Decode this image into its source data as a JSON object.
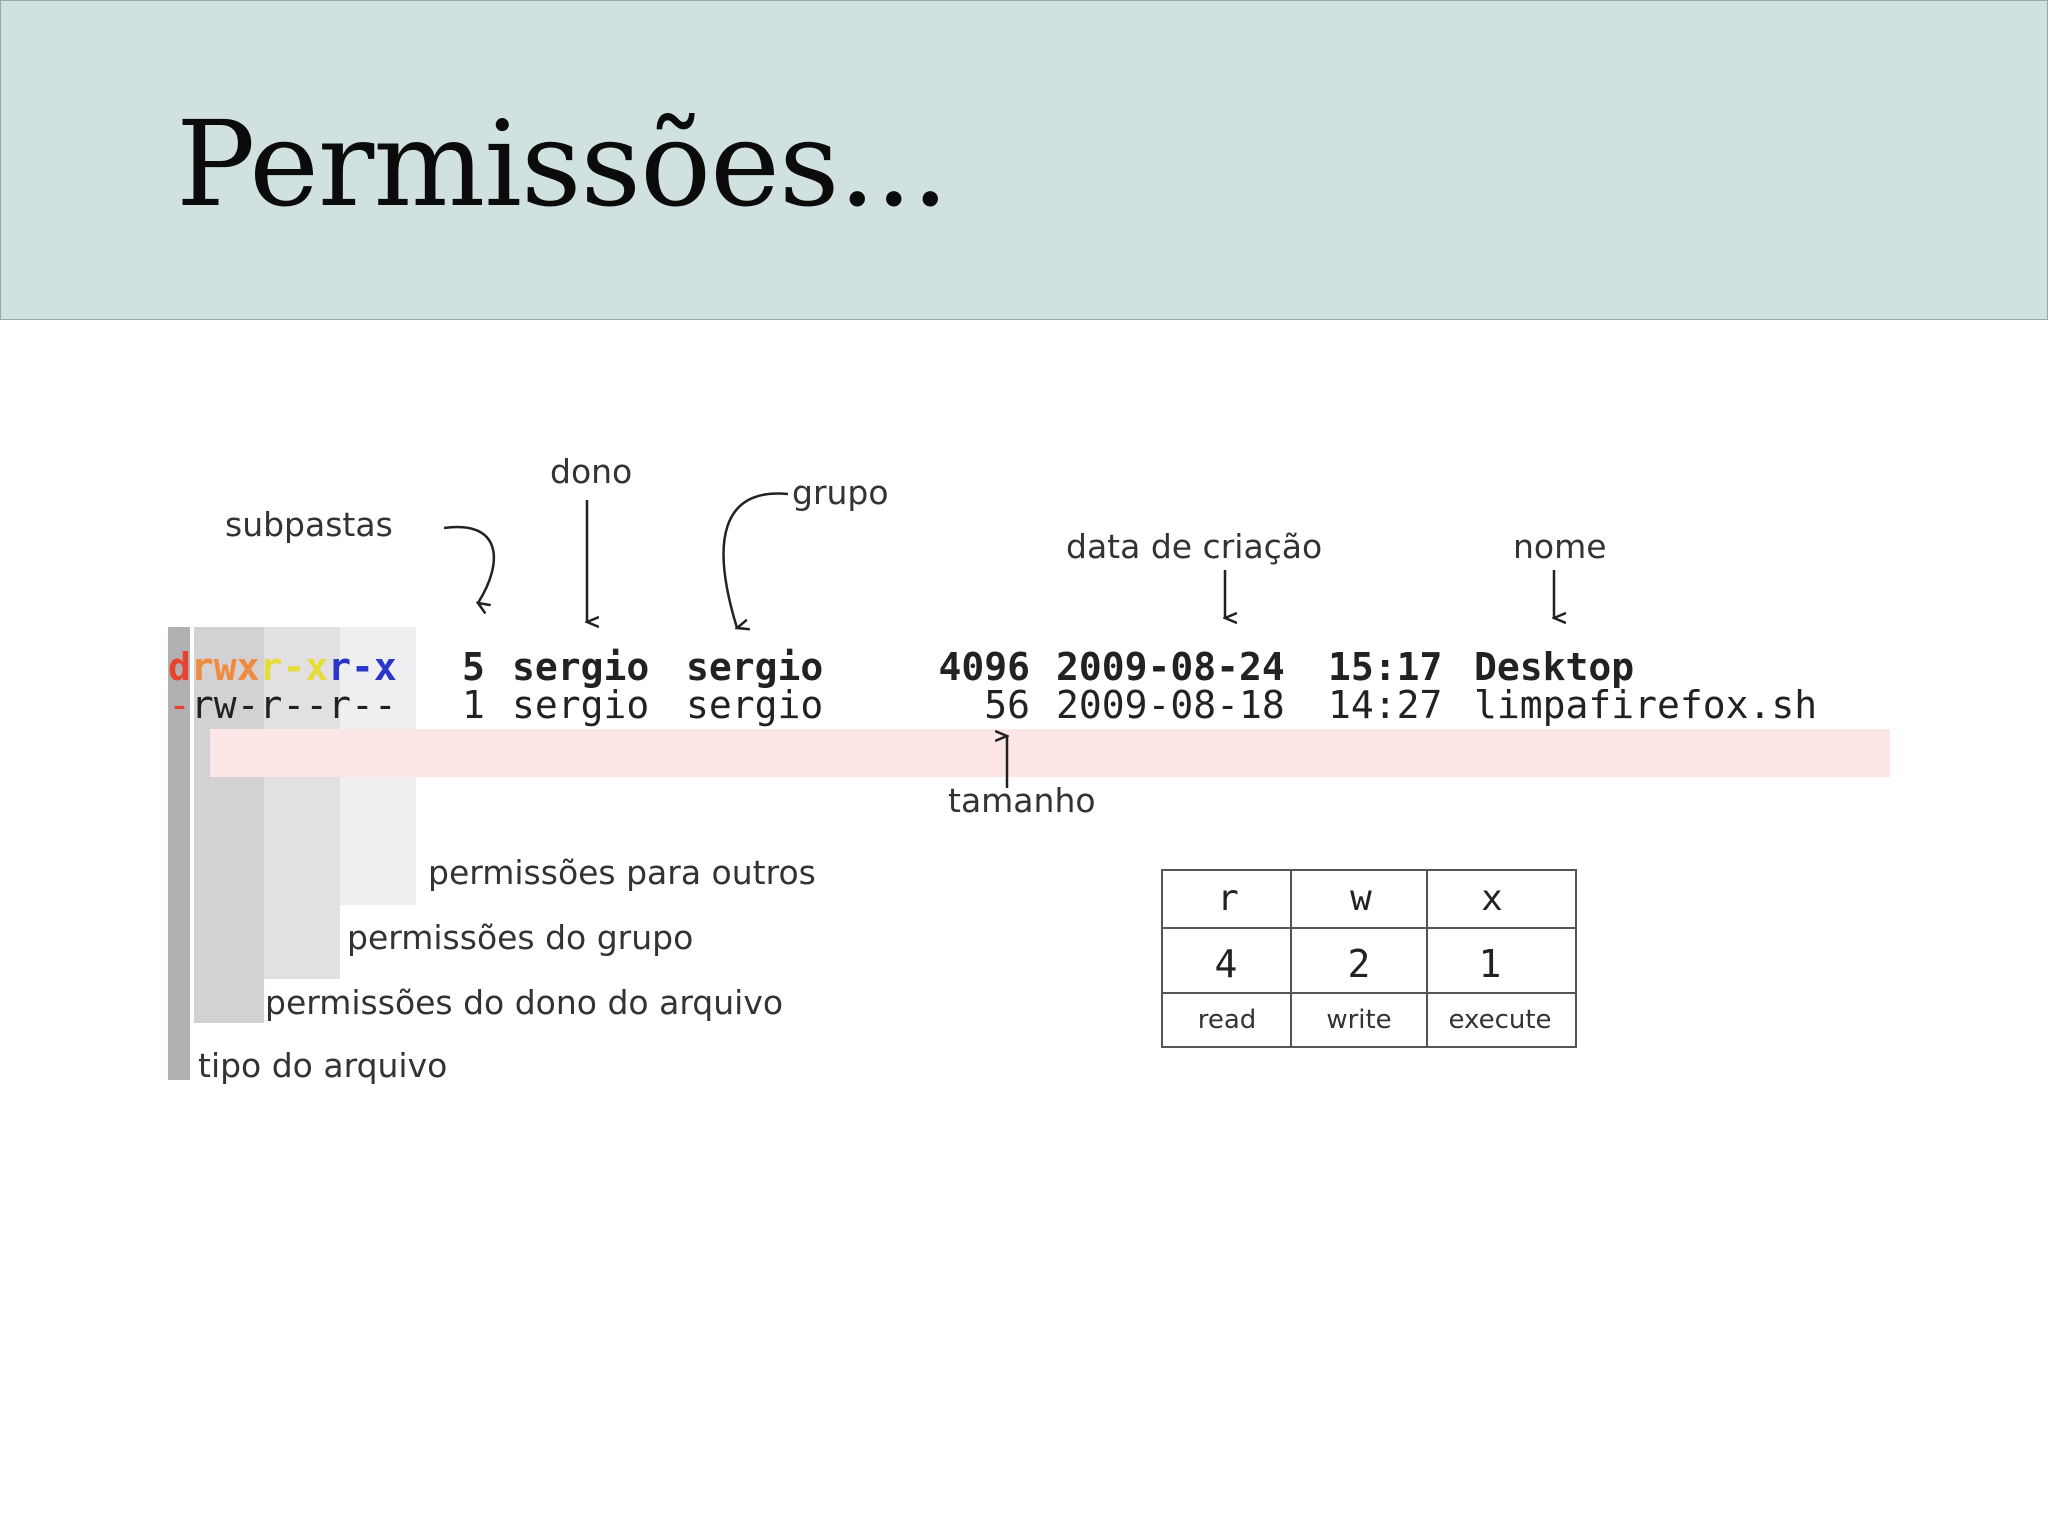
{
  "slide": {
    "title": "Permissões..."
  },
  "ls_rows": [
    {
      "perm_type": "d",
      "perm_owner": "rwx",
      "perm_group": "r-x",
      "perm_others": "r-x",
      "links": "5",
      "owner": "sergio",
      "group": "sergio",
      "size": "4096",
      "date": "2009-08-24",
      "time": "15:17",
      "name": "Desktop"
    },
    {
      "perm_type": "-",
      "perm_owner": "rw-",
      "perm_group": "r--",
      "perm_others": "r--",
      "links": "1",
      "owner": "sergio",
      "group": "sergio",
      "size": "56",
      "date": "2009-08-18",
      "time": "14:27",
      "name": "limpafirefox.sh"
    }
  ],
  "annotations": {
    "subpastas": "subpastas",
    "dono": "dono",
    "grupo": "grupo",
    "data": "data de criação",
    "nome": "nome",
    "tamanho": "tamanho",
    "perm_outros": "permissões para outros",
    "perm_grupo": "permissões do grupo",
    "perm_dono": "permissões do dono do arquivo",
    "tipo": "tipo do arquivo"
  },
  "perm_table": {
    "headers": [
      "r",
      "w",
      "x"
    ],
    "values": [
      "4",
      "2",
      "1"
    ],
    "names": [
      "read",
      "write",
      "execute"
    ]
  },
  "colors": {
    "header_bg": "#d1e1e2",
    "type_red": "#e8432e",
    "owner_orange": "#f08a3c",
    "group_yellow": "#e6dc3a",
    "others_blue": "#2a36c8",
    "size_highlight": "#fde6e6"
  }
}
